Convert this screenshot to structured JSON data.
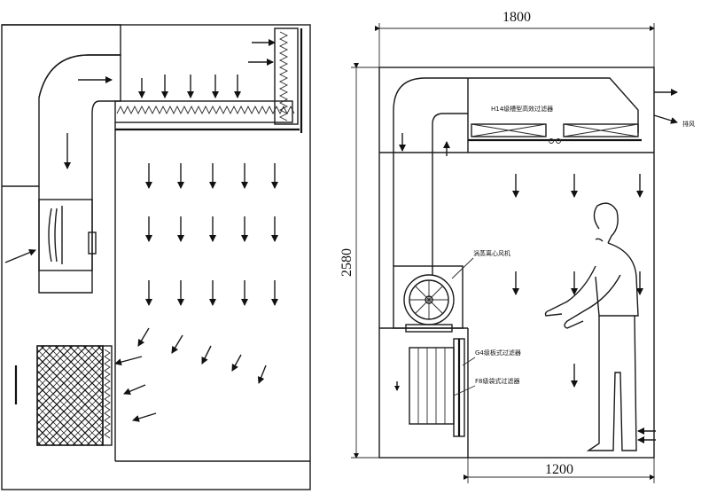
{
  "dimensions": {
    "width_top": "1800",
    "height_left": "2580",
    "width_bottom": "1200"
  },
  "labels": {
    "hepa_filter": "H14级槽型高效过滤器",
    "exhaust": "排风",
    "fan": "涡蒸离心风机",
    "g4_filter": "G4级板式过滤器",
    "f8_filter": "F8级袋式过滤器"
  }
}
